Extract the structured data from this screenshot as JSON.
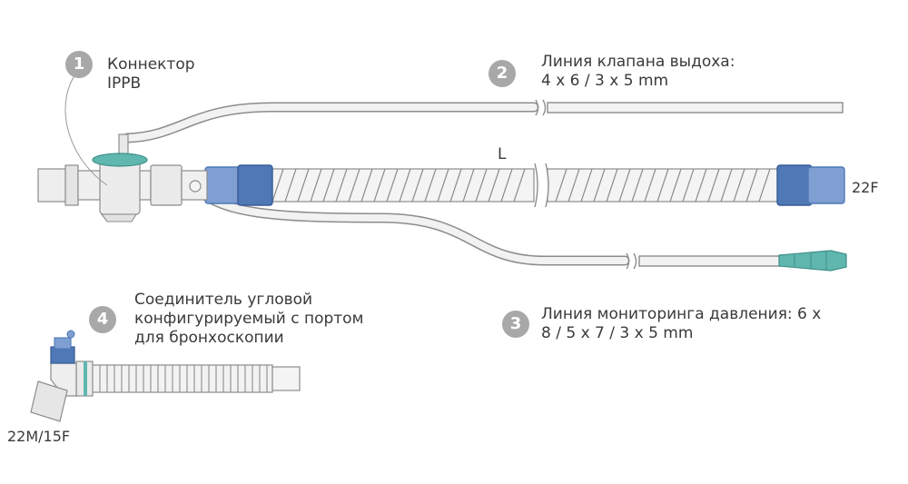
{
  "callouts": [
    {
      "number": "1",
      "text": "Коннектор\nIPPB"
    },
    {
      "number": "2",
      "text": "Линия клапана выдоха:\n4 x 6 / 3 x 5 mm"
    },
    {
      "number": "3",
      "text": "Линия мониторинга давления: 6 x\n8 / 5 x 7 / 3 x 5 mm"
    },
    {
      "number": "4",
      "text": "Соединитель угловой\nконфигурируемый с портом\nдля бронхоскопии"
    }
  ],
  "annotations": {
    "length_marker": "L",
    "end_size": "22F",
    "angle_connector_size": "22M/15F"
  },
  "colors": {
    "badge": "#a8a8a8",
    "tube_outline": "#8c8c8c",
    "tube_fill": "#f2f2f2",
    "cuff_blue": "#4f78b6",
    "accent_teal": "#5fb7b0",
    "text": "#3a3a3a"
  }
}
